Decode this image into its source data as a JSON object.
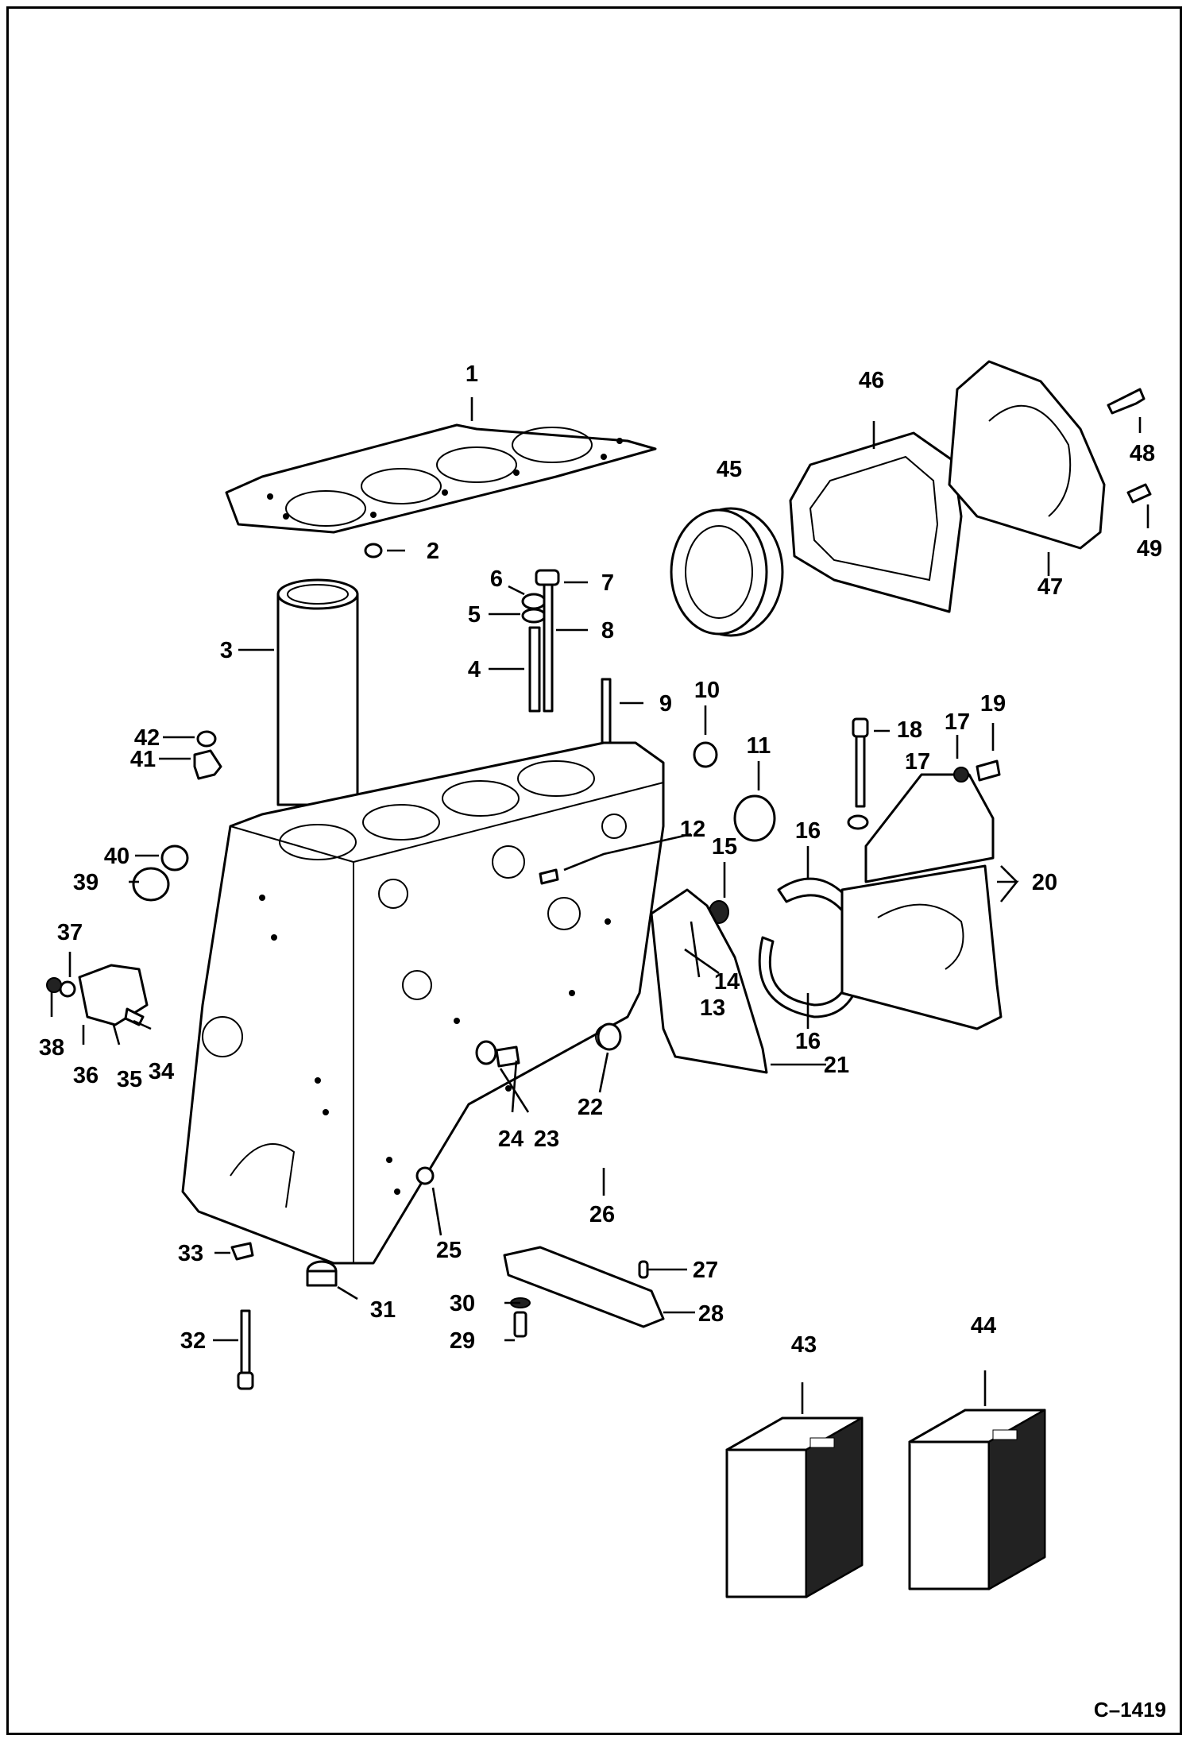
{
  "drawing_code": "C–1419",
  "callouts": [
    "1",
    "2",
    "3",
    "4",
    "5",
    "6",
    "7",
    "8",
    "9",
    "10",
    "11",
    "12",
    "13",
    "14",
    "15",
    "16",
    "17",
    "18",
    "19",
    "20",
    "21",
    "22",
    "23",
    "24",
    "25",
    "26",
    "27",
    "28",
    "29",
    "30",
    "31",
    "32",
    "33",
    "34",
    "35",
    "36",
    "37",
    "38",
    "39",
    "40",
    "41",
    "42",
    "43",
    "44",
    "45",
    "46",
    "47",
    "48",
    "49"
  ],
  "colors": {
    "ink": "#000000",
    "paper": "#ffffff"
  }
}
